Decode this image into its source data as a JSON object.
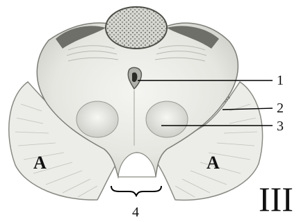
{
  "diagram": {
    "callouts": [
      {
        "id": "1",
        "label": "1"
      },
      {
        "id": "2",
        "label": "2"
      },
      {
        "id": "3",
        "label": "3"
      },
      {
        "id": "4",
        "label": "4"
      }
    ],
    "region_labels": {
      "left": "A",
      "right": "A"
    },
    "figure_number": "III"
  }
}
